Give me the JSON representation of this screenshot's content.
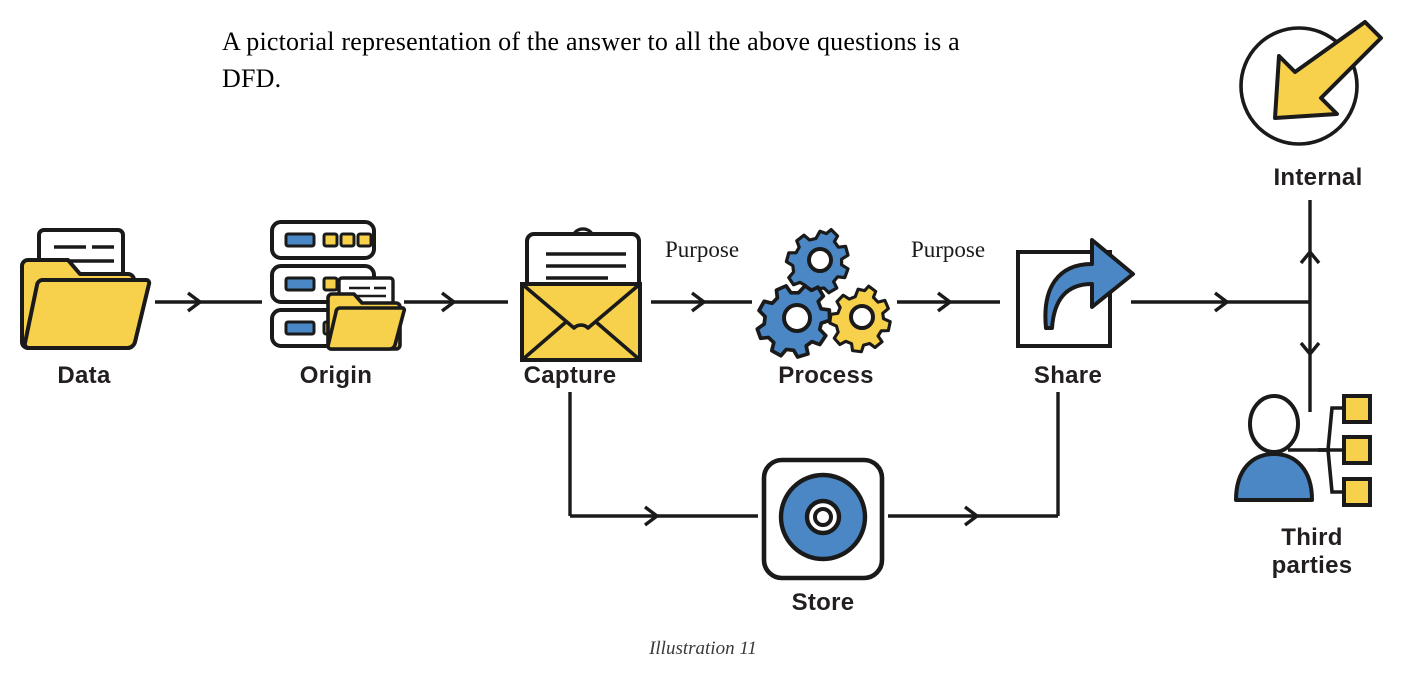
{
  "intro": {
    "text": "A pictorial representation of the answer to all the above questions is a DFD."
  },
  "caption": {
    "text": "Illustration 11"
  },
  "colors": {
    "yellow": "#F7D14B",
    "yellow_dark": "#EFC63F",
    "blue": "#4A87C4",
    "blue_dark": "#3E76AE",
    "outline": "#1a1a1a",
    "label": "#231f20",
    "white": "#ffffff"
  },
  "diagram": {
    "type": "data-flow-diagram",
    "nodes": [
      {
        "id": "data",
        "label": "Data",
        "icon": "folder-document-icon"
      },
      {
        "id": "origin",
        "label": "Origin",
        "icon": "server-racks-folder-icon"
      },
      {
        "id": "capture",
        "label": "Capture",
        "icon": "envelope-document-icon"
      },
      {
        "id": "process",
        "label": "Process",
        "icon": "gears-icon"
      },
      {
        "id": "share",
        "label": "Share",
        "icon": "share-arrow-icon"
      },
      {
        "id": "store",
        "label": "Store",
        "icon": "disc-storage-icon"
      },
      {
        "id": "internal",
        "label": "Internal",
        "icon": "clock-inbound-arrow-icon"
      },
      {
        "id": "third_parties",
        "label": "Third\nparties",
        "icon": "person-network-icon"
      }
    ],
    "edges": [
      {
        "from": "data",
        "to": "origin",
        "label": ""
      },
      {
        "from": "origin",
        "to": "capture",
        "label": ""
      },
      {
        "from": "capture",
        "to": "process",
        "label": "Purpose"
      },
      {
        "from": "process",
        "to": "share",
        "label": "Purpose"
      },
      {
        "from": "share",
        "to": "recipients",
        "label": ""
      },
      {
        "from": "capture",
        "to": "store",
        "label": ""
      },
      {
        "from": "store",
        "to": "share",
        "label": ""
      },
      {
        "from": "branch",
        "to": "internal",
        "label": ""
      },
      {
        "from": "branch",
        "to": "third_parties",
        "label": ""
      }
    ],
    "edge_labels": [
      {
        "id": "purpose-1",
        "text": "Purpose"
      },
      {
        "id": "purpose-2",
        "text": "Purpose"
      }
    ]
  }
}
